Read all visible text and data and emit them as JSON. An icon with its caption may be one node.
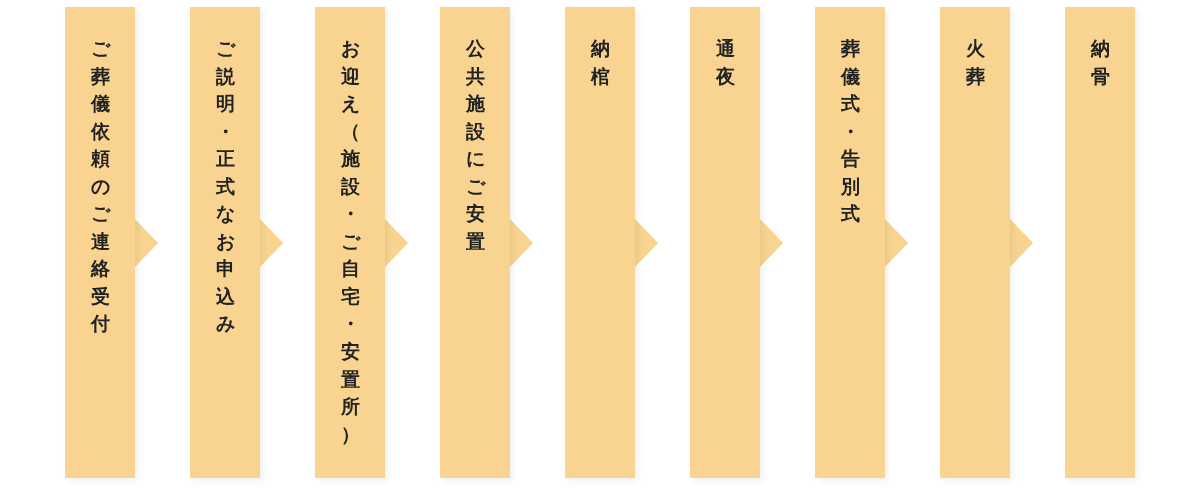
{
  "diagram": {
    "nodes": [
      {
        "text": [
          "ご葬儀依頼のご連絡受付"
        ]
      },
      {
        "text": [
          "ご説明・正式なお申込み"
        ]
      },
      {
        "text": [
          "お迎え（施設・ご自宅・安置所）"
        ]
      },
      {
        "text": [
          "公共施設にご安置"
        ]
      },
      {
        "text": [
          "納棺"
        ]
      },
      {
        "text": [
          "通夜"
        ]
      },
      {
        "text": [
          "葬儀式・告別式"
        ]
      },
      {
        "text": [
          "火葬"
        ]
      },
      {
        "text": [
          "納骨"
        ]
      }
    ],
    "edges": [
      {
        "from": 0,
        "to": 1,
        "arrow": "to"
      },
      {
        "from": 1,
        "to": 2,
        "arrow": "to"
      },
      {
        "from": 2,
        "to": 3,
        "arrow": "to"
      },
      {
        "from": 3,
        "to": 4,
        "arrow": "to"
      },
      {
        "from": 4,
        "to": 5,
        "arrow": "to"
      },
      {
        "from": 5,
        "to": 6,
        "arrow": "to"
      },
      {
        "from": 6,
        "to": 7,
        "arrow": "to"
      },
      {
        "from": 7,
        "to": 8,
        "arrow": "to"
      }
    ]
  }
}
